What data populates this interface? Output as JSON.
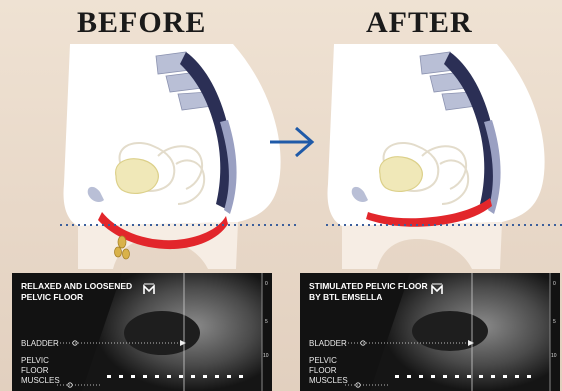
{
  "before": {
    "heading": "BEFORE",
    "ultrasound": {
      "caption": "RELAXED AND LOOSENED PELVIC FLOOR",
      "bladder_label": "BLADDER",
      "pelvic_label": "PELVIC FLOOR MUSCLES"
    }
  },
  "after": {
    "heading": "AFTER",
    "ultrasound": {
      "caption": "STIMULATED PELVIC FLOOR BY BTL EMSELLA",
      "bladder_label": "BLADDER",
      "pelvic_label": "PELVIC FLOOR MUSCLES"
    }
  },
  "colors": {
    "background": "#ecdecf",
    "heading": "#1a1a1a",
    "body": "#ffffff",
    "spine": "#2b2f55",
    "vertebrae": "#b9bfd6",
    "muscle": "#e2262b",
    "arrow": "#1f5aa8",
    "dotted_line": "#3b5f9c",
    "ultrasound_bg": "#121212"
  },
  "icons": [
    "right-arrow-icon",
    "btl-logo-icon",
    "pointer-arrow-icon"
  ]
}
